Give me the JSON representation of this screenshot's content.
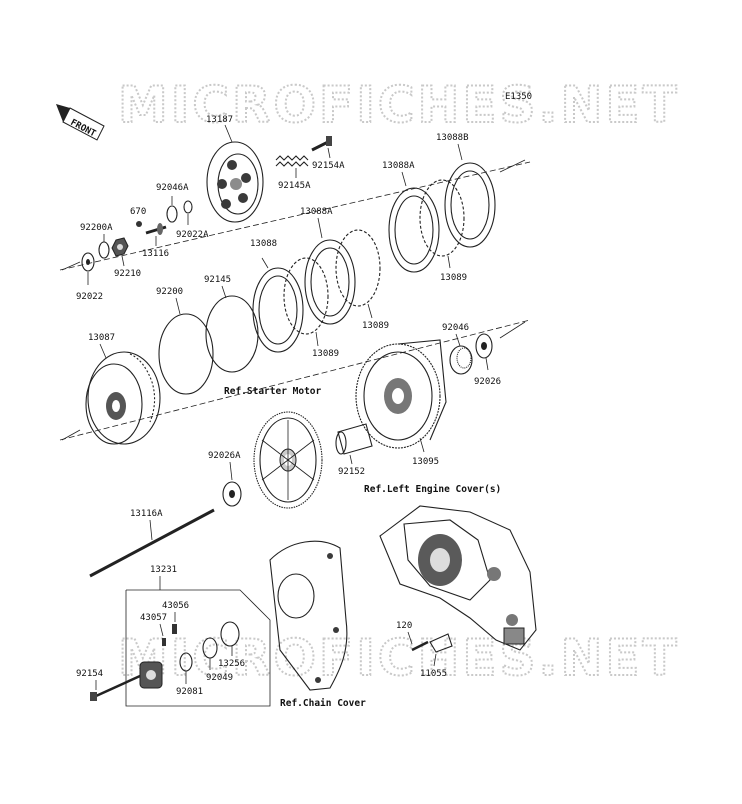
{
  "diagram": {
    "code": "E1350",
    "front_label": "FRONT",
    "watermark_top": "MICROFICHES.NET",
    "watermark_bottom": "MICROFICHES.NET"
  },
  "refs": {
    "starter_motor": "Ref.Starter Motor",
    "left_engine_cover": "Ref.Left Engine Cover(s)",
    "chain_cover": "Ref.Chain Cover"
  },
  "parts": {
    "p13187": "13187",
    "p92154A": "92154A",
    "p92145A": "92145A",
    "p13088B": "13088B",
    "p13088A_1": "13088A",
    "p13088A_2": "13088A",
    "p92046A": "92046A",
    "p670": "670",
    "p92200A": "92200A",
    "p92022A": "92022A",
    "p92210": "92210",
    "p13116": "13116",
    "p92022": "92022",
    "p13088": "13088",
    "p13089_1": "13089",
    "p13089_2": "13089",
    "p13089_3": "13089",
    "p92145": "92145",
    "p92200": "92200",
    "p92046": "92046",
    "p92026": "92026",
    "p13087": "13087",
    "p92152": "92152",
    "p13095": "13095",
    "p92026A": "92026A",
    "p13116A": "13116A",
    "p13231": "13231",
    "p43056": "43056",
    "p43057": "43057",
    "p120": "120",
    "p11055": "11055",
    "p92154": "92154",
    "p13256": "13256",
    "p92049": "92049",
    "p92081": "92081"
  }
}
